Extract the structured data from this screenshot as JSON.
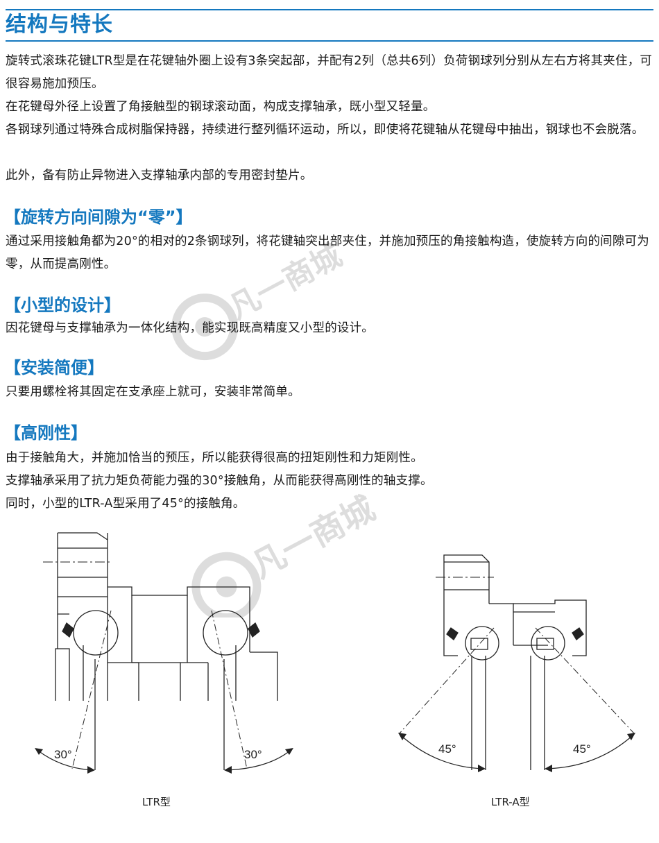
{
  "header": {
    "title": "结构与特长"
  },
  "intro": [
    "旋转式滚珠花键LTR型是在花键轴外圈上设有3条突起部，并配有2列（总共6列）负荷钢球列分别从左右方将其夹住，可很容易施加预压。",
    "在花键母外径上设置了角接触型的钢球滚动面，构成支撑轴承，既小型又轻量。",
    "各钢球列通过特殊合成树脂保持器，持续进行整列循环运动，所以，即使将花键轴从花键母中抽出，钢球也不会脱落。",
    "此外，备有防止异物进入支撑轴承内部的专用密封垫片。"
  ],
  "sections": [
    {
      "heading": "【旋转方向间隙为“零”】",
      "lines": [
        "通过采用接触角都为20°的相对的2条钢球列，将花键轴突出部夹住，并施加预压的角接触构造，使旋转方向的间隙可为零，从而提高刚性。"
      ]
    },
    {
      "heading": "【小型的设计】",
      "lines": [
        "因花键母与支撑轴承为一体化结构，能实现既高精度又小型的设计。"
      ]
    },
    {
      "heading": "【安装简便】",
      "lines": [
        "只要用螺栓将其固定在支承座上就可，安装非常简单。"
      ]
    },
    {
      "heading": "【高刚性】",
      "lines": [
        "由于接触角大，并施加恰当的预压，所以能获得很高的扭矩刚性和力矩刚性。",
        "支撑轴承采用了抗力矩负荷能力强的30°接触角，从而能获得高刚性的轴支撑。",
        "同时，小型的LTR-A型采用了45°的接触角。"
      ]
    }
  ],
  "figures": {
    "ltr": {
      "caption": "LTR型",
      "angle_left": "30°",
      "angle_right": "30°"
    },
    "ltra": {
      "caption": "LTR-A型",
      "angle_left": "45°",
      "angle_right": "45°"
    }
  },
  "watermark": {
    "text": "凡一商城"
  }
}
